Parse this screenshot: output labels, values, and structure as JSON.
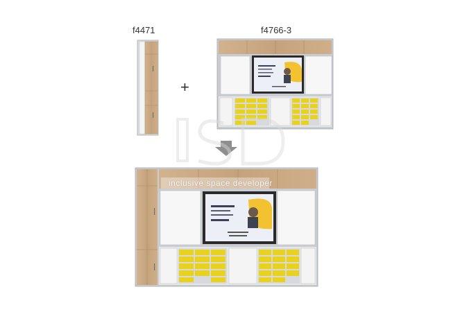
{
  "labels": {
    "left_module": "f4471",
    "right_module": "f4766-3"
  },
  "plus_sign": "+",
  "watermark": {
    "logo_letters": "ISD",
    "tagline": "inclusive space developer"
  },
  "screen": {
    "small_caption": "",
    "large_caption": ""
  },
  "colors": {
    "wood": "#C9A882",
    "white_panel": "#F2F2F2",
    "frame_grey": "#B9BCC0",
    "tray_yellow": "#E8D21C",
    "screen_bezel": "#2A2A2A",
    "screen_bg": "#EDEFF6",
    "screen_accent": "#F2C230",
    "arrow_grey": "#8E8E8E"
  },
  "icons": {
    "arrow": "arrow-down-icon"
  }
}
